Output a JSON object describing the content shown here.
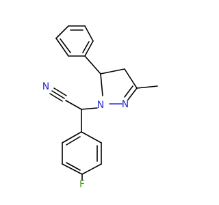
{
  "atoms": {
    "nitrile_n": "N",
    "pyrazoline_n1": "N",
    "pyrazoline_n2": "N",
    "fluorine": "F"
  },
  "colors": {
    "nitrogen": "#2a2ad8",
    "fluorine": "#4a9a20",
    "carbon_bond": "#000000"
  }
}
